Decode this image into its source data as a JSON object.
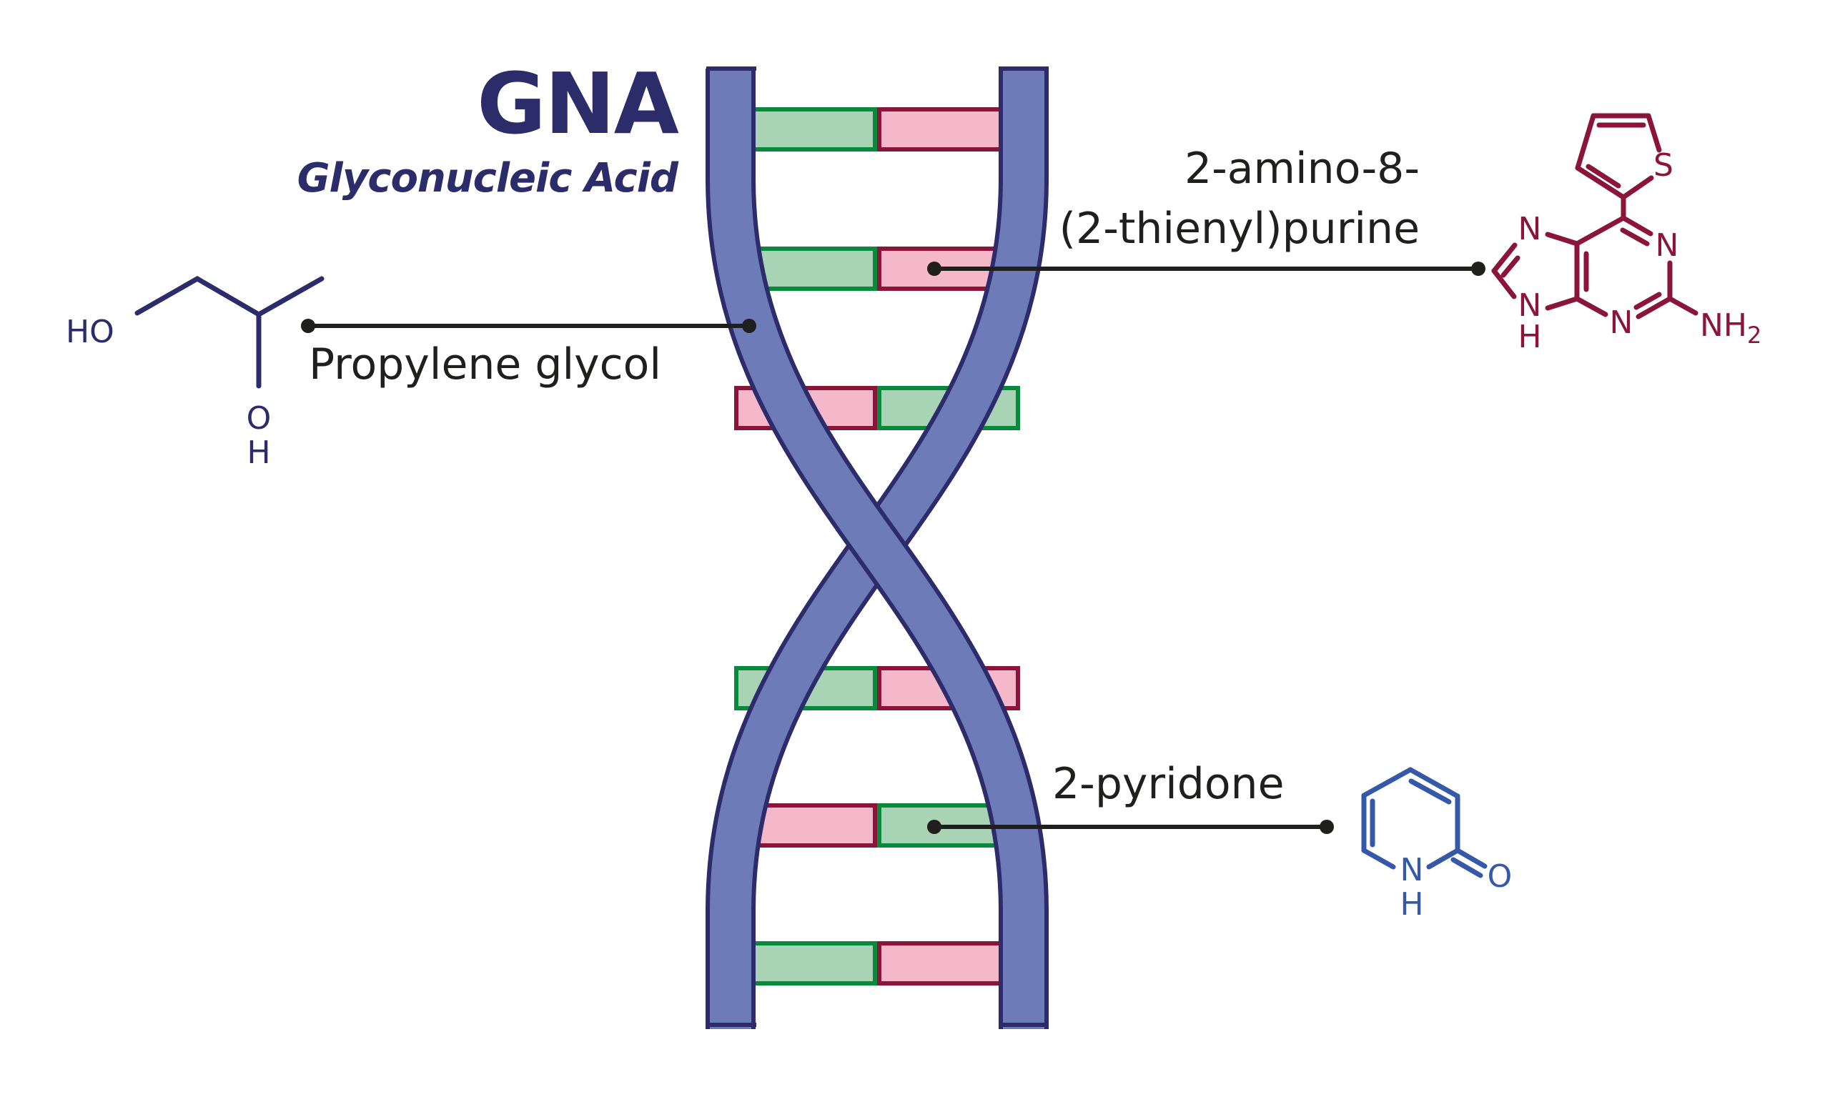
{
  "header": {
    "title": "GNA",
    "subtitle": "Glyconucleic Acid"
  },
  "colors": {
    "backbone_fill": "#6e7bb9",
    "backbone_outline": "#2c2c6b",
    "green_fill": "#a8d3b4",
    "green_outline": "#078a3b",
    "pink_fill": "#f5b8ca",
    "pink_outline": "#8a1538",
    "glycol_color": "#2c2c6b",
    "purine_color": "#8a1538",
    "pyridone_color": "#3558a8",
    "label_color": "#1f1f1d"
  },
  "helix": {
    "base_pairs": [
      {
        "left": "green",
        "right": "pink"
      },
      {
        "left": "green",
        "right": "pink"
      },
      {
        "left": "pink",
        "right": "green"
      },
      {
        "left": "green",
        "right": "pink"
      },
      {
        "left": "pink",
        "right": "green"
      },
      {
        "left": "green",
        "right": "pink"
      }
    ]
  },
  "labels": {
    "propylene_glycol": "Propylene glycol",
    "purine_line1": "2-amino-8-",
    "purine_line2": "(2-thienyl)purine",
    "pyridone": "2-pyridone"
  },
  "molecules": {
    "propylene_glycol": {
      "atoms": {
        "ho": "HO",
        "o": "O",
        "h": "H"
      }
    },
    "purine": {
      "atoms": {
        "s": "S",
        "n1": "N",
        "n3": "N",
        "n7": "N",
        "n9": "N",
        "h9": "H",
        "nh": "NH",
        "sub2": "2"
      }
    },
    "pyridone": {
      "atoms": {
        "n": "N",
        "h": "H",
        "o": "O"
      }
    }
  }
}
